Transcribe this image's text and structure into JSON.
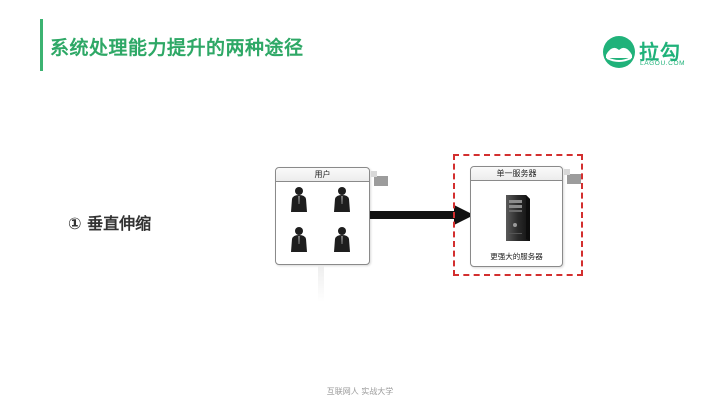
{
  "slide": {
    "title": "系统处理能力提升的两种途径",
    "item": "① 垂直伸缩"
  },
  "logo": {
    "name": "拉勾",
    "sub": "LAGOU.COM"
  },
  "diagram": {
    "users_label": "用户",
    "server_label": "单一服务器",
    "server_caption": "更强大的服务器",
    "highlight_color": "#d32f2f"
  },
  "footer": {
    "text": "互联网人 实战大学"
  }
}
